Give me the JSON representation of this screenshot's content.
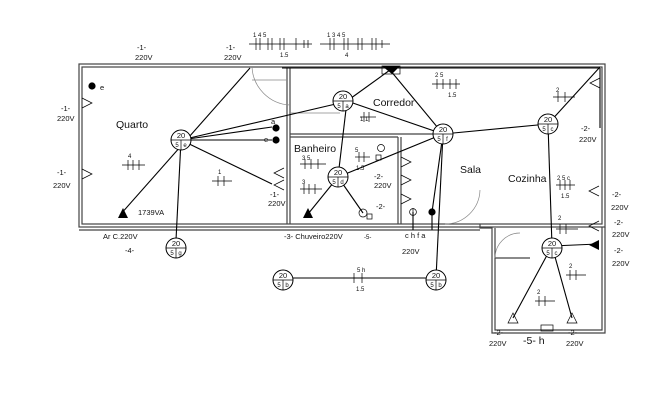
{
  "rooms": {
    "quarto": "Quarto",
    "corredor": "Corredor",
    "banheiro": "Banheiro",
    "sala": "Sala",
    "cozinha": "Cozinha"
  },
  "fixtures": {
    "quarto_center": {
      "power": "20",
      "circuit": "5",
      "id": "e"
    },
    "corredor_center": {
      "power": "20",
      "circuit": "5",
      "id": "a"
    },
    "sala_center": {
      "power": "20",
      "circuit": "5",
      "id": "f"
    },
    "cozinha_center": {
      "power": "20",
      "circuit": "5",
      "id": "c"
    },
    "banheiro_center": {
      "power": "20",
      "circuit": "5",
      "id": "d"
    },
    "ext_g": {
      "power": "20",
      "circuit": "5",
      "id": "g"
    },
    "ext_b1": {
      "power": "20",
      "circuit": "5",
      "id": "b"
    },
    "ext_b2": {
      "power": "20",
      "circuit": "5",
      "id": "b"
    },
    "lower_c": {
      "power": "20",
      "circuit": "5",
      "id": "c"
    }
  },
  "labels": {
    "c1_220_top_left": "-1-",
    "v220": "220V",
    "c2": "-2-",
    "c3_chuveiro": "-3- Chuveiro220V",
    "c4": "-4-",
    "c5": "-5-",
    "c5h": "-5- h",
    "ar_cond": "Ar C.220V",
    "va_1739": "1739VA",
    "chfa": "c h f a",
    "sw_e": "e",
    "sw_a": "a",
    "sw_e2": "e",
    "wire_1_4_5": "1   4   5",
    "wire_1_3_4_5": "1   3   4   5",
    "gauge": "1.5",
    "n4": "4",
    "n2": "2",
    "n5": "5",
    "n3": "3",
    "n1": "1",
    "n2_6": "2   5",
    "n3_5": "3   5",
    "n5_h": "5   h",
    "n2_5c": "2   5 c",
    "n5_b": "5   b",
    "n1_1": "1 1"
  }
}
